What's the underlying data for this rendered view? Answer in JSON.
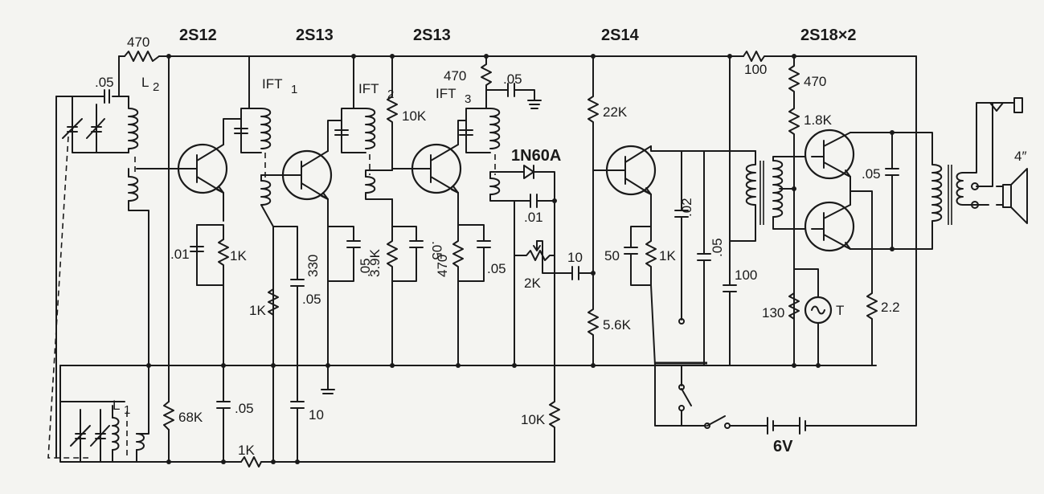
{
  "transistors": {
    "q1": "2S12",
    "q2": "2S13",
    "q3": "2S13",
    "q4": "2S14",
    "q5": "2S18×2"
  },
  "ift": {
    "ift1": "IFT",
    "ift1_sub": "1",
    "ift2": "IFT",
    "ift2_sub": "2",
    "ift3": "IFT",
    "ift3_sub": "3"
  },
  "coils": {
    "l1": "L",
    "l1_sub": "1",
    "l2": "L",
    "l2_sub": "2"
  },
  "diode": "1N60A",
  "speaker": "4″",
  "battery": "6V",
  "thermistor": "T",
  "resistors": {
    "r470_top": "470",
    "r68k": "68K",
    "r1k_q1": "1K",
    "r1k_bottom": "1K",
    "r1k_q2": "1K",
    "r330": "330",
    "r10k_q3": "10K",
    "r3_9k": "3.9K",
    "r470_q3": "470",
    "r470_det": "470",
    "r2k": "2K",
    "r10k_det": "10K",
    "r22k": "22K",
    "r5_6k": "5.6K",
    "r1k_q4": "1K",
    "r100": "100",
    "r470_out": "470",
    "r1_8k": "1.8K",
    "r130": "130",
    "r2_2": "2.2"
  },
  "capacitors": {
    "c05_ant": ".05",
    "c01_q1": ".01",
    "c05_q1": ".05",
    "c05_q2": ".05",
    "c05_q2b": ".05",
    "c10_q2": "10",
    "c05_q3": ".05",
    "c05_q3b": ".05",
    "c05_det": ".05",
    "c01_det": ".01",
    "c10_det": "10",
    "c50_q4": "50",
    "c02": ".02",
    "c05_q4": ".05",
    "c100": "100",
    "c05_out": ".05"
  }
}
